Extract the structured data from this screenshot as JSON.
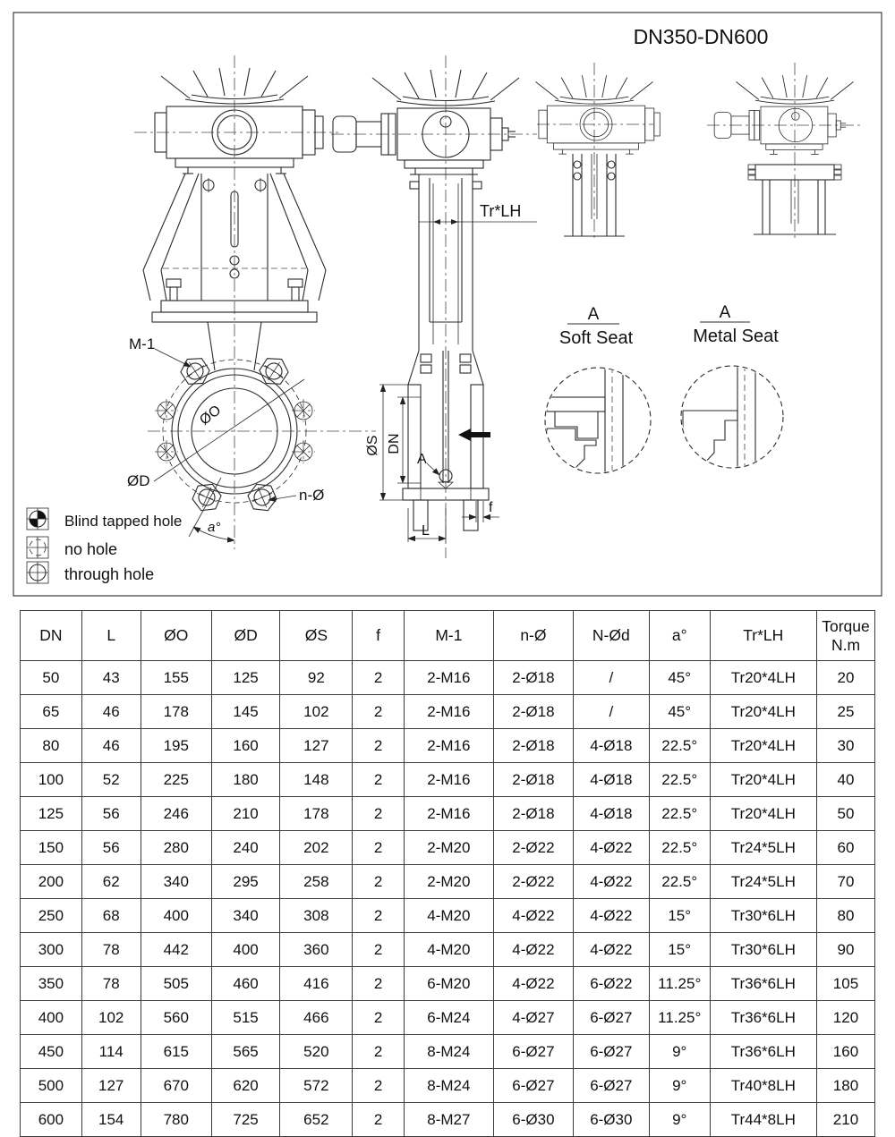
{
  "title": "DN350-DN600",
  "drawing": {
    "dimension_labels": {
      "tr_lh": "Tr*LH",
      "m_1": "M-1",
      "phi_o": "ØO",
      "phi_d": "ØD",
      "n_phi": "n-Ø",
      "a_deg": "a°",
      "phi_s": "ØS",
      "dn": "DN",
      "detail_ref": "A",
      "f": "f",
      "l": "L"
    },
    "details": [
      {
        "ref": "A",
        "caption": "Soft Seat"
      },
      {
        "ref": "A",
        "caption": "Metal Seat"
      }
    ],
    "legend": [
      {
        "icon": "blind-tapped-hole-icon",
        "label": "Blind tapped hole"
      },
      {
        "icon": "no-hole-icon",
        "label": "no hole"
      },
      {
        "icon": "through-hole-icon",
        "label": "through hole"
      }
    ]
  },
  "table": {
    "headers": [
      "DN",
      "L",
      "ØO",
      "ØD",
      "ØS",
      "f",
      "M-1",
      "n-Ø",
      "N-Ød",
      "a°",
      "Tr*LH",
      "Torque\nN.m"
    ],
    "col_widths_pct": [
      7.2,
      6.9,
      8.3,
      8.0,
      8.5,
      6.0,
      10.5,
      9.3,
      8.9,
      7.1,
      12.5,
      6.8
    ],
    "rows": [
      [
        "50",
        "43",
        "155",
        "125",
        "92",
        "2",
        "2-M16",
        "2-Ø18",
        "/",
        "45°",
        "Tr20*4LH",
        "20"
      ],
      [
        "65",
        "46",
        "178",
        "145",
        "102",
        "2",
        "2-M16",
        "2-Ø18",
        "/",
        "45°",
        "Tr20*4LH",
        "25"
      ],
      [
        "80",
        "46",
        "195",
        "160",
        "127",
        "2",
        "2-M16",
        "2-Ø18",
        "4-Ø18",
        "22.5°",
        "Tr20*4LH",
        "30"
      ],
      [
        "100",
        "52",
        "225",
        "180",
        "148",
        "2",
        "2-M16",
        "2-Ø18",
        "4-Ø18",
        "22.5°",
        "Tr20*4LH",
        "40"
      ],
      [
        "125",
        "56",
        "246",
        "210",
        "178",
        "2",
        "2-M16",
        "2-Ø18",
        "4-Ø18",
        "22.5°",
        "Tr20*4LH",
        "50"
      ],
      [
        "150",
        "56",
        "280",
        "240",
        "202",
        "2",
        "2-M20",
        "2-Ø22",
        "4-Ø22",
        "22.5°",
        "Tr24*5LH",
        "60"
      ],
      [
        "200",
        "62",
        "340",
        "295",
        "258",
        "2",
        "2-M20",
        "2-Ø22",
        "4-Ø22",
        "22.5°",
        "Tr24*5LH",
        "70"
      ],
      [
        "250",
        "68",
        "400",
        "340",
        "308",
        "2",
        "4-M20",
        "4-Ø22",
        "4-Ø22",
        "15°",
        "Tr30*6LH",
        "80"
      ],
      [
        "300",
        "78",
        "442",
        "400",
        "360",
        "2",
        "4-M20",
        "4-Ø22",
        "4-Ø22",
        "15°",
        "Tr30*6LH",
        "90"
      ],
      [
        "350",
        "78",
        "505",
        "460",
        "416",
        "2",
        "6-M20",
        "4-Ø22",
        "6-Ø22",
        "11.25°",
        "Tr36*6LH",
        "105"
      ],
      [
        "400",
        "102",
        "560",
        "515",
        "466",
        "2",
        "6-M24",
        "4-Ø27",
        "6-Ø27",
        "11.25°",
        "Tr36*6LH",
        "120"
      ],
      [
        "450",
        "114",
        "615",
        "565",
        "520",
        "2",
        "8-M24",
        "6-Ø27",
        "6-Ø27",
        "9°",
        "Tr36*6LH",
        "160"
      ],
      [
        "500",
        "127",
        "670",
        "620",
        "572",
        "2",
        "8-M24",
        "6-Ø27",
        "6-Ø27",
        "9°",
        "Tr40*8LH",
        "180"
      ],
      [
        "600",
        "154",
        "780",
        "725",
        "652",
        "2",
        "8-M27",
        "6-Ø30",
        "6-Ø30",
        "9°",
        "Tr44*8LH",
        "210"
      ]
    ]
  },
  "colors": {
    "line": "#2b2b2b",
    "text": "#111111",
    "background": "#ffffff"
  }
}
